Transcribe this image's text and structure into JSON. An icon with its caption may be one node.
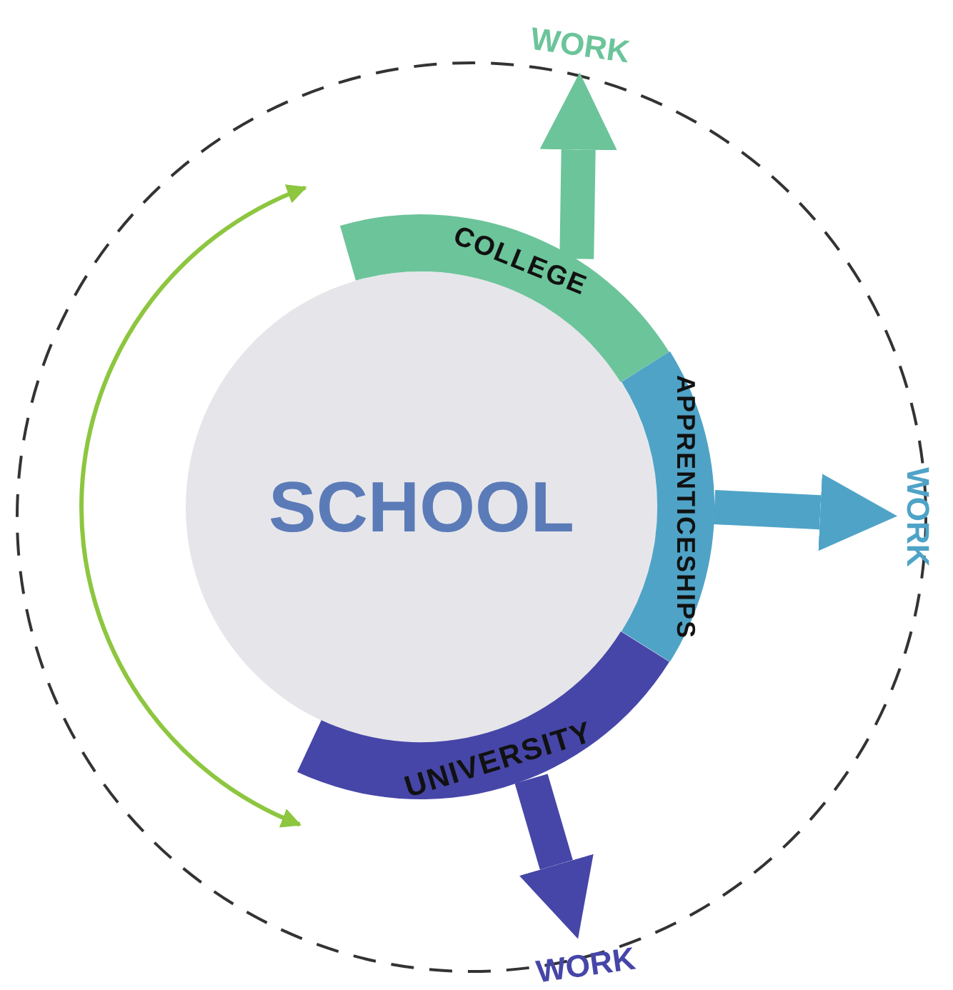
{
  "diagram": {
    "nodes": [
      {
        "text": [
          "SCHOOL"
        ]
      },
      {
        "text": [
          "COLLEGE"
        ]
      },
      {
        "text": [
          "APPRENTICESHIPS"
        ]
      },
      {
        "text": [
          "UNIVERSITY"
        ]
      },
      {
        "text": [
          "WORK"
        ]
      },
      {
        "text": [
          "WORK"
        ]
      },
      {
        "text": [
          "WORK"
        ]
      }
    ],
    "edges": [
      {
        "from": 1,
        "to": 4,
        "arrow": "to",
        "color": "#6cc49a"
      },
      {
        "from": 2,
        "to": 5,
        "arrow": "to",
        "color": "#4fa3c7"
      },
      {
        "from": 3,
        "to": 6,
        "arrow": "to",
        "color": "#4646a8"
      },
      {
        "from": 1,
        "to": 3,
        "arrow": "both",
        "color": "#8dc63f"
      }
    ]
  }
}
